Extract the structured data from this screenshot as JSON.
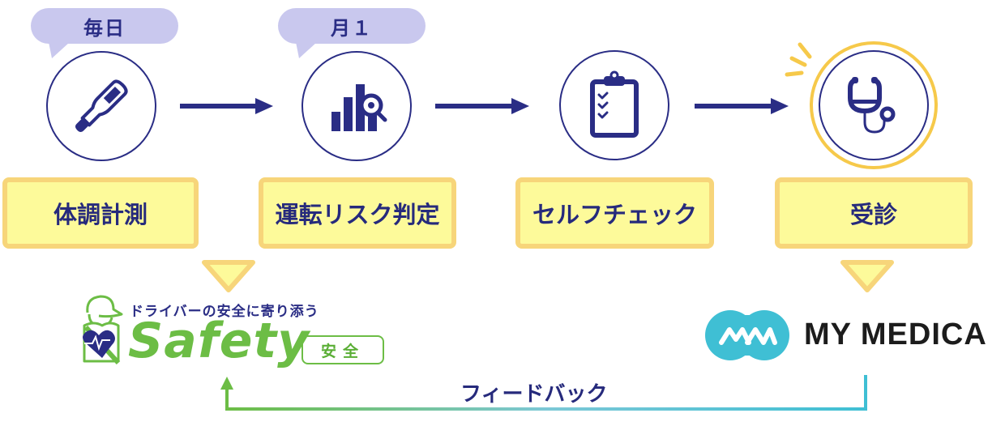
{
  "frequency_badges": [
    {
      "label": "毎日"
    },
    {
      "label": "月１"
    }
  ],
  "steps": [
    {
      "label": "体調計測",
      "icon": "thermometer-icon"
    },
    {
      "label": "運転リスク判定",
      "icon": "bar-chart-magnifier-icon"
    },
    {
      "label": "セルフチェック",
      "icon": "clipboard-checklist-icon"
    },
    {
      "label": "受診",
      "icon": "stethoscope-icon",
      "highlighted": true
    }
  ],
  "safety_logo": {
    "tagline": "ドライバーの安全に寄り添う",
    "name": "Safety",
    "badge": "安全"
  },
  "mymedica_logo": {
    "name": "MY MEDICA",
    "mark": "MM"
  },
  "feedback": {
    "label": "フィードバック"
  },
  "colors": {
    "navy": "#2a2d85",
    "badge_bg": "#c9c8ee",
    "box_fill": "#fdfa9a",
    "box_border": "#f7d57a",
    "highlight_ring": "#f6c94a",
    "safety_green": "#6cbd45",
    "mymedica_teal": "#3fbfd4"
  }
}
